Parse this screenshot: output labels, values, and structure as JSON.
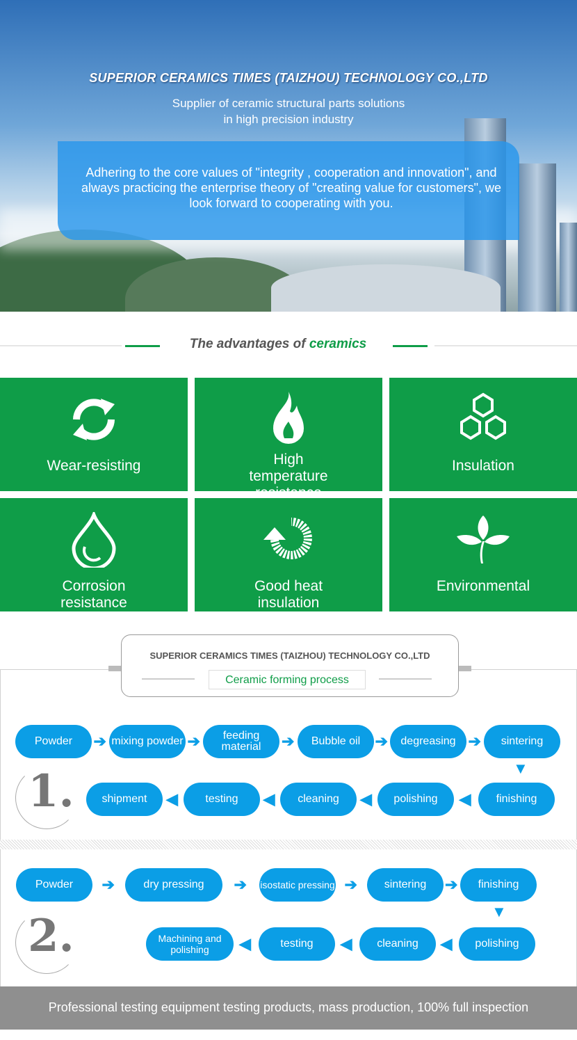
{
  "banner": {
    "company": "SUPERIOR CERAMICS TIMES (TAIZHOU) TECHNOLOGY CO.,LTD",
    "subtitle_1": "Supplier of ceramic structural parts solutions",
    "subtitle_2": "in high precision industry",
    "values_text": "Adhering to the core values of \"integrity  , cooperation and innovation\", and always practicing the enterprise theory of \"creating value for customers\", we look forward to cooperating with you."
  },
  "advantages": {
    "title_prefix": "The advantages of ",
    "title_accent": "ceramics",
    "accent_color": "#0f9d48",
    "items": [
      {
        "label": "Wear-resisting",
        "icon": "recycle-icon"
      },
      {
        "label": "High temperature resistance",
        "icon": "flame-icon"
      },
      {
        "label": "Insulation",
        "icon": "hexagons-icon"
      },
      {
        "label": "Corrosion resistance",
        "icon": "droplet-icon"
      },
      {
        "label": "Good heat insulation",
        "icon": "heat-arrow-icon"
      },
      {
        "label": "Environmental",
        "icon": "leaf-icon"
      }
    ]
  },
  "process": {
    "company": "SUPERIOR CERAMICS TIMES (TAIZHOU) TECHNOLOGY CO.,LTD",
    "title": "Ceramic forming process",
    "pill_color": "#0b9ee6",
    "flow1": {
      "number": "1.",
      "steps": [
        "Powder",
        "mixing powder",
        "feeding material",
        "Bubble oil",
        "degreasing",
        "sintering",
        "finishing",
        "polishing",
        "cleaning",
        "testing",
        "shipment"
      ]
    },
    "flow2": {
      "number": "2.",
      "steps": [
        "Powder",
        "dry pressing",
        "isostatic pressing",
        "sintering",
        "finishing",
        "polishing",
        "cleaning",
        "testing",
        "Machining and polishing"
      ]
    }
  },
  "footer": {
    "text": "Professional testing equipment testing products, mass production, 100% full inspection"
  }
}
